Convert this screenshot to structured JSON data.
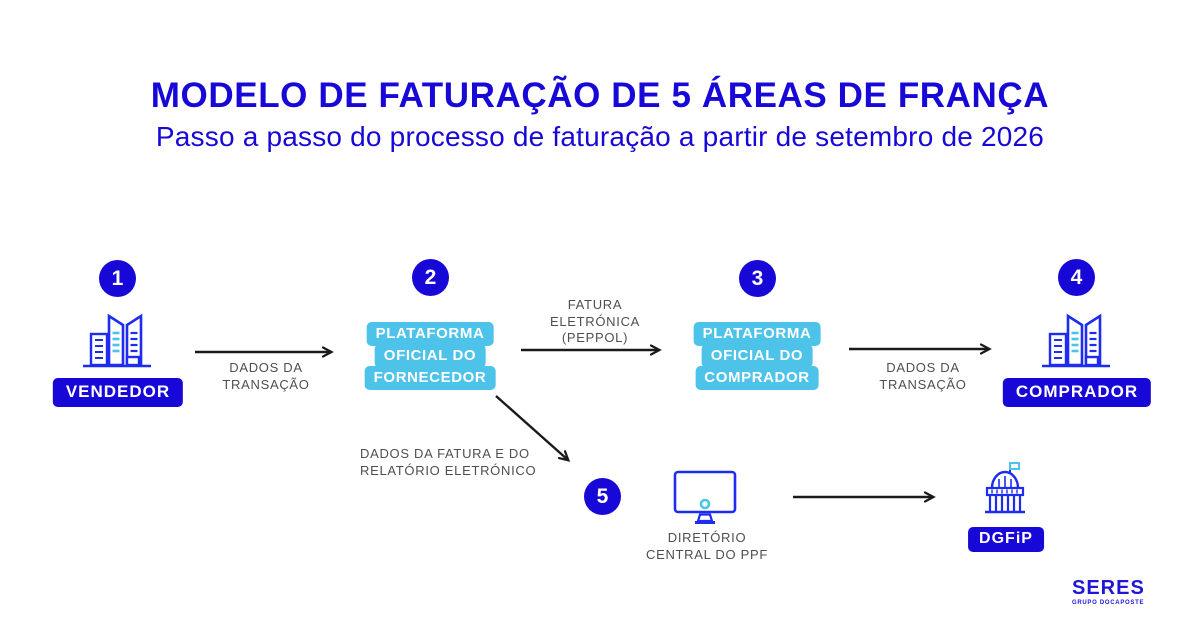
{
  "header": {
    "title": "MODELO DE FATURAÇÃO DE 5 ÁREAS DE FRANÇA",
    "subtitle": "Passo a passo do processo de faturação a partir de setembro de 2026"
  },
  "colors": {
    "primary_blue": "#1708d8",
    "icon_blue": "#1d2cf0",
    "accent_cyan": "#4ec3ea",
    "label_gray": "#4f4f4f",
    "arrow_black": "#1a1a1a"
  },
  "steps": {
    "step1": {
      "number": "1",
      "label": "VENDEDOR",
      "icon": "office-building-icon"
    },
    "step2": {
      "number": "2",
      "lines": [
        "PLATAFORMA",
        "OFICIAL DO",
        "FORNECEDOR"
      ]
    },
    "step3": {
      "number": "3",
      "lines": [
        "PLATAFORMA",
        "OFICIAL DO",
        "COMPRADOR"
      ]
    },
    "step4": {
      "number": "4",
      "label": "COMPRADOR",
      "icon": "office-building-icon"
    },
    "step5": {
      "number": "5",
      "label_line1": "DIRETÓRIO",
      "label_line2": "CENTRAL DO PPF",
      "icon": "monitor-icon"
    },
    "dgfip": {
      "label": "DGFiP",
      "icon": "government-building-icon"
    }
  },
  "arrows": {
    "arrow1": {
      "label_line1": "DADOS DA",
      "label_line2": "TRANSAÇÃO"
    },
    "arrow2": {
      "label_line1": "FATURA",
      "label_line2": "ELETRÓNICA",
      "label_line3": "(PEPPOL)"
    },
    "arrow3": {
      "label_line1": "DADOS DA",
      "label_line2": "TRANSAÇÃO"
    },
    "arrow_diagonal": {
      "label_line1": "DADOS DA FATURA E DO",
      "label_line2": "RELATÓRIO ELETRÓNICO"
    }
  },
  "footer": {
    "logo_text": "SERES",
    "logo_subtext": "GRUPO DOCAPOSTE"
  }
}
